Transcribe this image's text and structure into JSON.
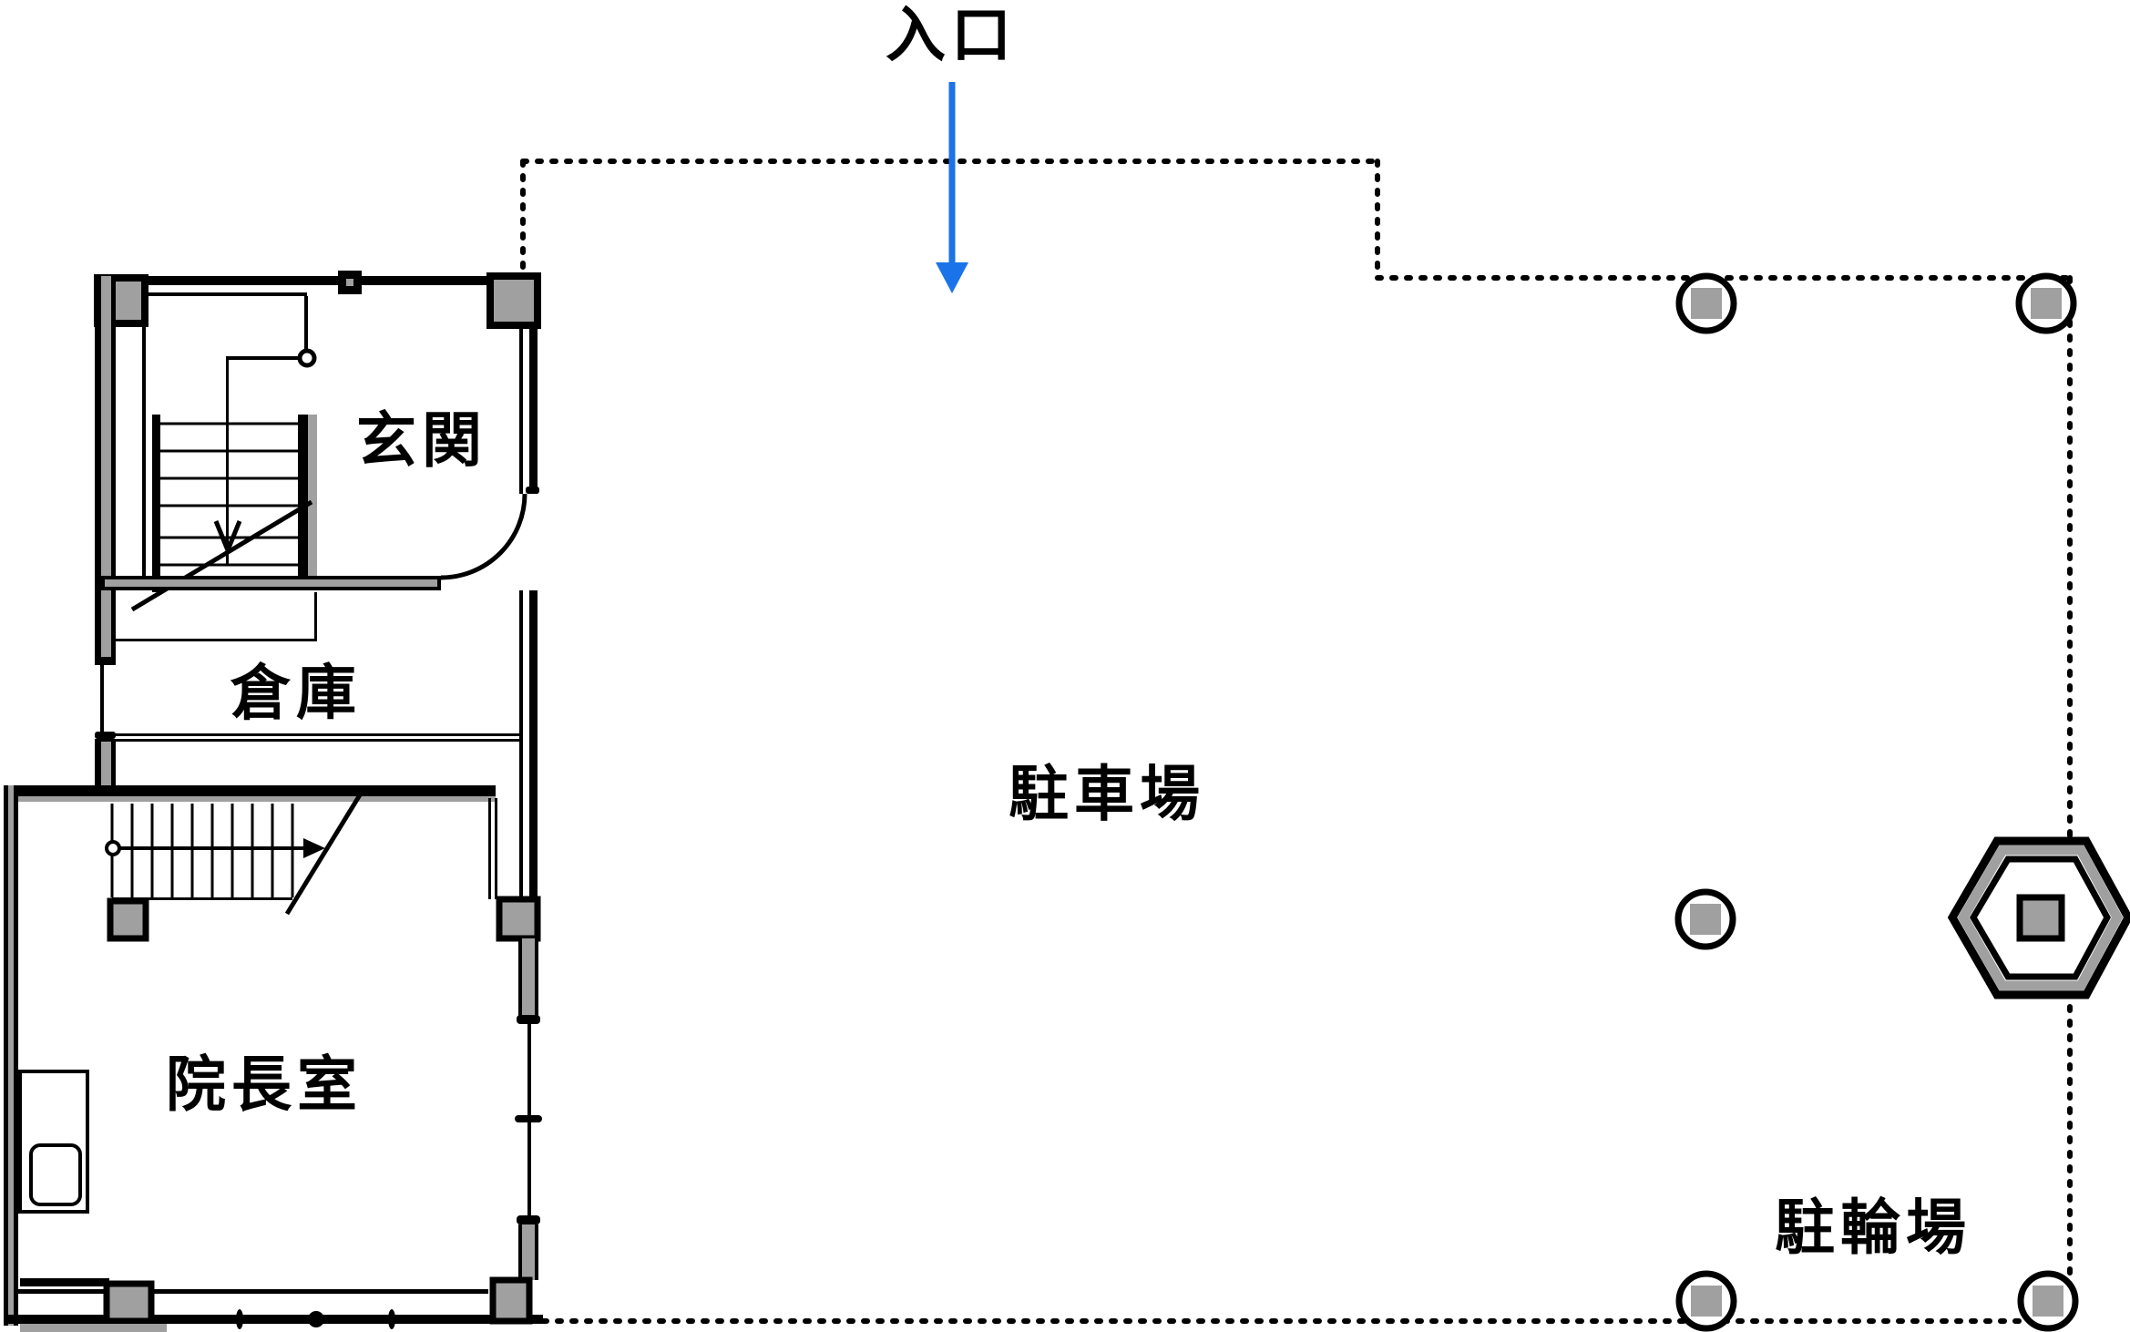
{
  "plan": {
    "type": "floor-plan",
    "entrance": {
      "label": "入口"
    },
    "rooms": [
      {
        "id": "genkan",
        "label": "玄関"
      },
      {
        "id": "souko",
        "label": "倉庫"
      },
      {
        "id": "inchoshitsu",
        "label": "院長室"
      }
    ],
    "site_areas": [
      {
        "id": "parking",
        "label": "駐車場"
      },
      {
        "id": "bicycle-parking",
        "label": "駐輪場"
      }
    ],
    "symbols": {
      "pillar_count": 5,
      "pillar_shape": "circle-with-gray-square",
      "planter_shape": "hexagon-with-gray-square",
      "stair_flights": 2,
      "boundary_style": "dotted"
    },
    "colors": {
      "arrow_blue": "#1a73e8",
      "wall_gray": "#a0a0a0",
      "line_black": "#000000",
      "background": "#ffffff"
    }
  }
}
